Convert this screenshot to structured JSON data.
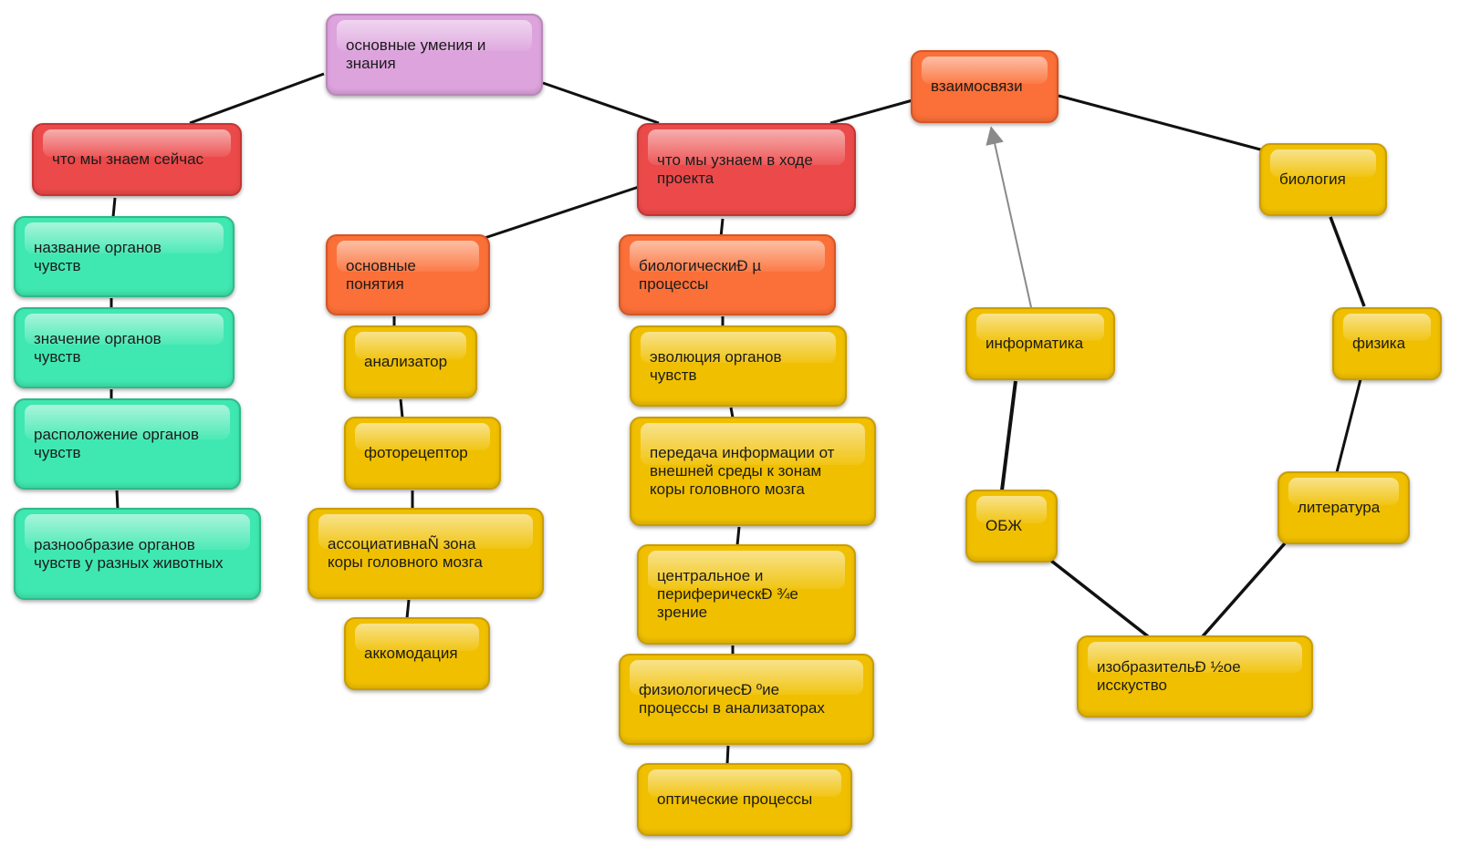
{
  "nodes": {
    "root": "основные умения и\nзнания",
    "known_now": "что мы знаем сейчас",
    "learn_project": "что мы узнаем в ходе\nпроекта",
    "relations": "взаимосвязи",
    "organ_names": "название органов\nчувств",
    "organ_meaning": "значение органов\nчувств",
    "organ_location": "расположение органов\nчувств",
    "organ_diversity": "разнообразие органов\nчувств у разных животных",
    "basic_concepts": "основные\nпонятия",
    "analyzer": "анализатор",
    "photoreceptor": "фоторецептор",
    "assoc_zone": "ассоциативнаÑ  зона\nкоры головного мозга",
    "accommodation": "аккомодация",
    "bio_processes": "биологическиÐ µ\nпроцессы",
    "evolution": "эволюция органов\nчувств",
    "info_transfer": "передача информации от\nвнешней среды к зонам\nкоры головного мозга",
    "central_vision": "центральное и\nпериферическÐ ¾е\nзрение",
    "physio_processes": "физиологичесÐ ºие\nпроцессы в анализаторах",
    "optical": "оптические процессы",
    "informatics": "информатика",
    "obzh": "ОБЖ",
    "biology": "биология",
    "physics": "физика",
    "literature": "литература",
    "fine_art": "изобразительÐ ½ое\nисскуство"
  },
  "colors": {
    "purple": "#dda3dd",
    "red": "#ec4a4a",
    "orange": "#fb7038",
    "green": "#3fe8b0",
    "yellow": "#f0c000",
    "line": "#111111",
    "arrow": "#8a8a8a"
  }
}
